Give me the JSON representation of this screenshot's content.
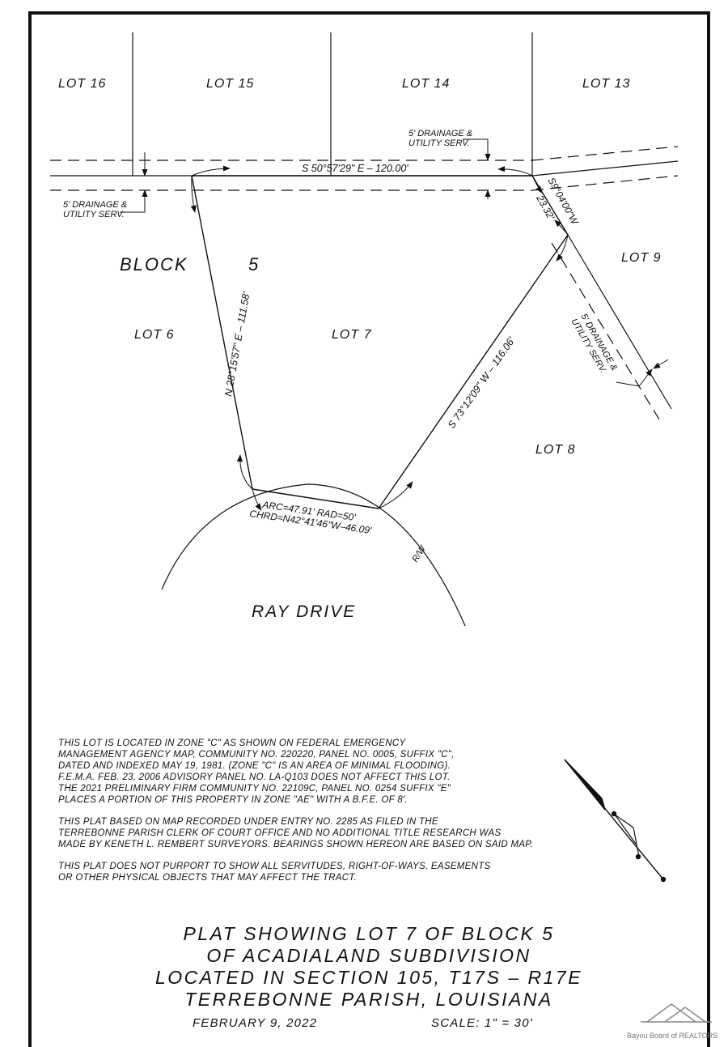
{
  "lots": {
    "lot16": "LOT 16",
    "lot15": "LOT 15",
    "lot14": "LOT 14",
    "lot13": "LOT 13",
    "lot9": "LOT 9",
    "lot6": "LOT 6",
    "lot7": "LOT 7",
    "lot8": "LOT 8"
  },
  "block": {
    "label": "BLOCK",
    "number": "5"
  },
  "servitude": {
    "top_right_line1": "5' DRAINAGE &",
    "top_right_line2": "UTILITY SERV.",
    "left_line1": "5' DRAINAGE &",
    "left_line2": "UTILITY SERV.",
    "right_line1": "5' DRAINAGE &",
    "right_line2": "UTILITY SERV."
  },
  "bearings": {
    "north_line": "S 50°57'29\" E – 120.00'",
    "short_east": "S9°04'00\"W",
    "short_east_dist": "23.32'",
    "west_line": "N 28°15'57\" E – 111.58'",
    "southeast_line": "S 73°12'09\" W – 116.06'",
    "arc_line1": "ARC=47.91'  RAD=50'",
    "arc_line2": "CHRD=N42°41'46\"W–46.09'",
    "rw": "R/W"
  },
  "street": "RAY DRIVE",
  "notes": [
    [
      "THIS LOT IS LOCATED IN ZONE \"C\" AS SHOWN ON FEDERAL EMERGENCY",
      "MANAGEMENT AGENCY MAP, COMMUNITY NO. 220220, PANEL NO. 0005, SUFFIX \"C\",",
      "DATED AND INDEXED MAY 19, 1981. (ZONE \"C\" IS AN AREA OF MINIMAL FLOODING).",
      "F.E.M.A. FEB. 23, 2006 ADVISORY PANEL NO. LA-Q103 DOES NOT AFFECT THIS LOT.",
      "THE 2021 PRELIMINARY FIRM COMMUNITY NO. 22109C, PANEL NO. 0254 SUFFIX \"E\"",
      "PLACES A PORTION OF THIS PROPERTY IN ZONE \"AE\" WITH A B.F.E. OF 8'."
    ],
    [
      "THIS PLAT BASED ON MAP RECORDED UNDER ENTRY NO. 2285 AS FILED IN THE",
      "TERREBONNE PARISH CLERK OF COURT OFFICE AND NO ADDITIONAL TITLE RESEARCH WAS",
      "MADE BY KENETH L. REMBERT SURVEYORS. BEARINGS SHOWN HEREON ARE BASED ON SAID MAP."
    ],
    [
      "THIS PLAT DOES NOT PURPORT TO SHOW ALL SERVITUDES, RIGHT-OF-WAYS, EASEMENTS",
      "OR OTHER PHYSICAL OBJECTS THAT MAY AFFECT THE TRACT."
    ]
  ],
  "title": [
    "PLAT SHOWING LOT 7 OF BLOCK 5",
    "OF ACADIALAND SUBDIVISION",
    "LOCATED IN SECTION 105, T17S – R17E",
    "TERREBONNE PARISH, LOUISIANA"
  ],
  "date": "FEBRUARY 9, 2022",
  "scale": "SCALE: 1\" = 30'",
  "watermark": "Bayou Board of REALTORS",
  "north_arrow_icon": "north-arrow-icon",
  "house_logo_icon": "house-logo-icon"
}
